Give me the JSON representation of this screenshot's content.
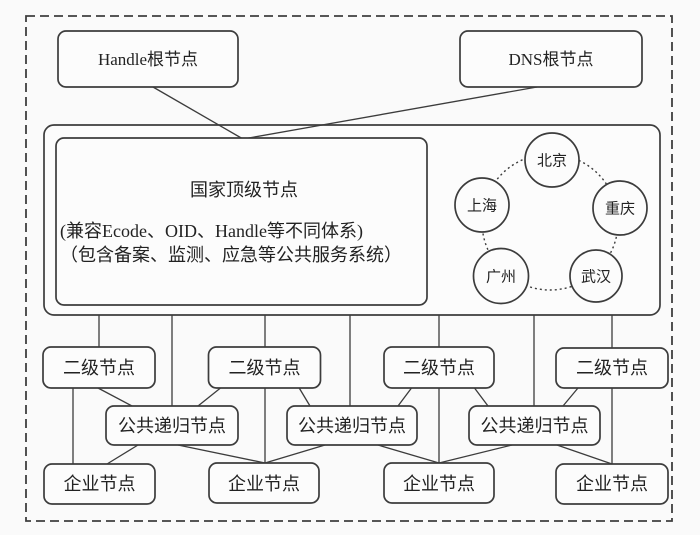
{
  "figure": {
    "background_color": "#fafafa",
    "line_color": "#3c3c3c",
    "text_color": "#222222",
    "root_nodes": [
      {
        "id": "handle-root",
        "label": "Handle根节点"
      },
      {
        "id": "dns-root",
        "label": "DNS根节点"
      }
    ],
    "national_top_node": {
      "title": "国家顶级节点",
      "note_line1": "(兼容Ecode、OID、Handle等不同体系)",
      "note_line2": "（包含备案、监测、应急等公共服务系统）",
      "cities": [
        {
          "name": "北京"
        },
        {
          "name": "上海"
        },
        {
          "name": "重庆"
        },
        {
          "name": "广州"
        },
        {
          "name": "武汉"
        }
      ]
    },
    "second_level_nodes": [
      {
        "label": "二级节点"
      },
      {
        "label": "二级节点"
      },
      {
        "label": "二级节点"
      },
      {
        "label": "二级节点"
      }
    ],
    "public_recursive_nodes": [
      {
        "label": "公共递归节点"
      },
      {
        "label": "公共递归节点"
      },
      {
        "label": "公共递归节点"
      }
    ],
    "enterprise_nodes": [
      {
        "label": "企业节点"
      },
      {
        "label": "企业节点"
      },
      {
        "label": "企业节点"
      },
      {
        "label": "企业节点"
      }
    ]
  }
}
